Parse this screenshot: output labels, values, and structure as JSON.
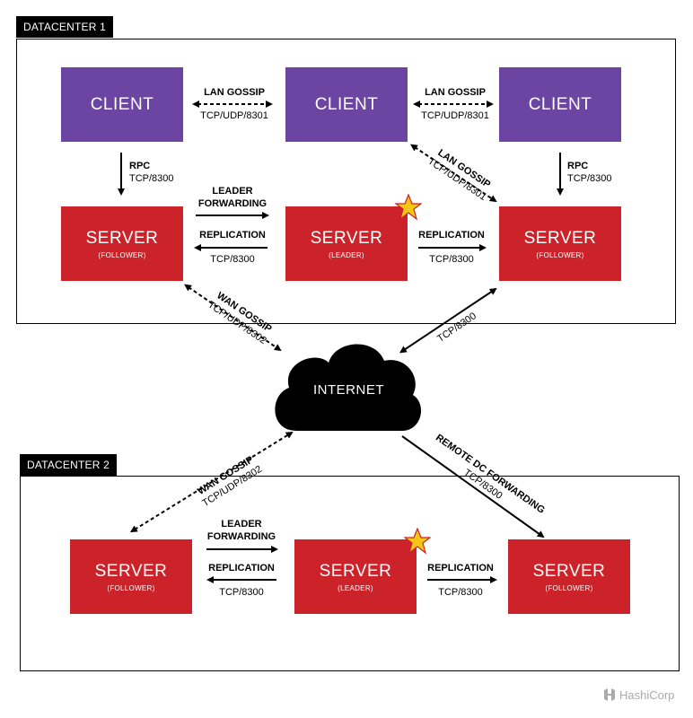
{
  "datacenter1": {
    "title": "DATACENTER 1",
    "clients": [
      {
        "label": "CLIENT"
      },
      {
        "label": "CLIENT"
      },
      {
        "label": "CLIENT"
      }
    ],
    "servers": [
      {
        "label": "SERVER",
        "role": "(FOLLOWER)"
      },
      {
        "label": "SERVER",
        "role": "(LEADER)"
      },
      {
        "label": "SERVER",
        "role": "(FOLLOWER)"
      }
    ],
    "links": {
      "lan_gossip_left": {
        "title": "LAN GOSSIP",
        "port": "TCP/UDP/8301"
      },
      "lan_gossip_right": {
        "title": "LAN GOSSIP",
        "port": "TCP/UDP/8301"
      },
      "lan_gossip_diag": {
        "title": "LAN GOSSIP",
        "port": "TCP/UDP/8301"
      },
      "rpc_left": {
        "title": "RPC",
        "port": "TCP/8300"
      },
      "rpc_right": {
        "title": "RPC",
        "port": "TCP/8300"
      },
      "leader_forwarding": {
        "title_line1": "LEADER",
        "title_line2": "FORWARDING"
      },
      "replication_left": {
        "title": "REPLICATION",
        "port": "TCP/8300"
      },
      "replication_right": {
        "title": "REPLICATION",
        "port": "TCP/8300"
      },
      "wan_gossip": {
        "title": "WAN GOSSIP",
        "port": "TCP/UDP/8302"
      },
      "internet_link": {
        "port": "TCP/8300"
      }
    }
  },
  "internet": {
    "label": "INTERNET"
  },
  "datacenter2": {
    "title": "DATACENTER 2",
    "servers": [
      {
        "label": "SERVER",
        "role": "(FOLLOWER)"
      },
      {
        "label": "SERVER",
        "role": "(LEADER)"
      },
      {
        "label": "SERVER",
        "role": "(FOLLOWER)"
      }
    ],
    "links": {
      "wan_gossip": {
        "title": "WAN GOSSIP",
        "port": "TCP/UDP/8302"
      },
      "remote_dc": {
        "title": "REMOTE DC FORWARDING",
        "port": "TCP/8300"
      },
      "leader_forwarding": {
        "title_line1": "LEADER",
        "title_line2": "FORWARDING"
      },
      "replication_left": {
        "title": "REPLICATION",
        "port": "TCP/8300"
      },
      "replication_right": {
        "title": "REPLICATION",
        "port": "TCP/8300"
      }
    }
  },
  "footer": {
    "logo_text": "HashiCorp"
  },
  "colors": {
    "client": "#6b45a1",
    "server": "#cc2229",
    "star": "#f5c518"
  }
}
